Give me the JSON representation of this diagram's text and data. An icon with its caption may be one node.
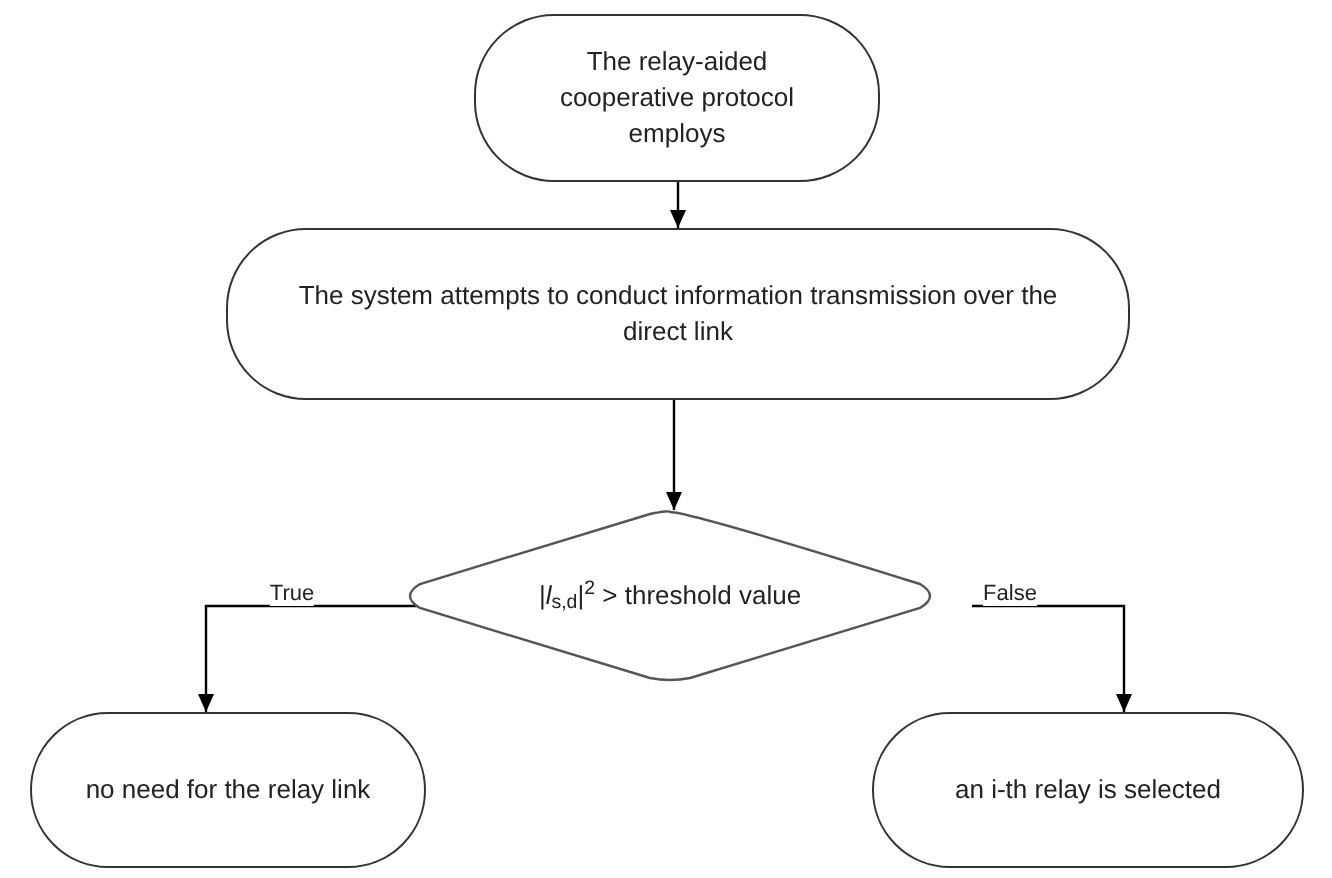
{
  "diagram": {
    "nodes": [
      {
        "text": [
          "The relay-aided cooperative protocol employs"
        ]
      },
      {
        "text": [
          "The system attempts to conduct information transmission over the direct link"
        ]
      },
      {
        "text": [
          "|*l*$_{s,d}$|$^{2}$ > threshold value"
        ]
      },
      {
        "text": [
          "no need for the relay link"
        ]
      },
      {
        "text": [
          "an i-th relay is selected"
        ]
      }
    ],
    "edges": [
      {
        "from": 0,
        "to": 1,
        "arrow": "to"
      },
      {
        "from": 1,
        "to": 2,
        "arrow": "to"
      },
      {
        "from": 2,
        "to": 3,
        "arrow": "to",
        "label": "True"
      },
      {
        "from": 2,
        "to": 4,
        "arrow": "to",
        "label": "False"
      }
    ]
  }
}
